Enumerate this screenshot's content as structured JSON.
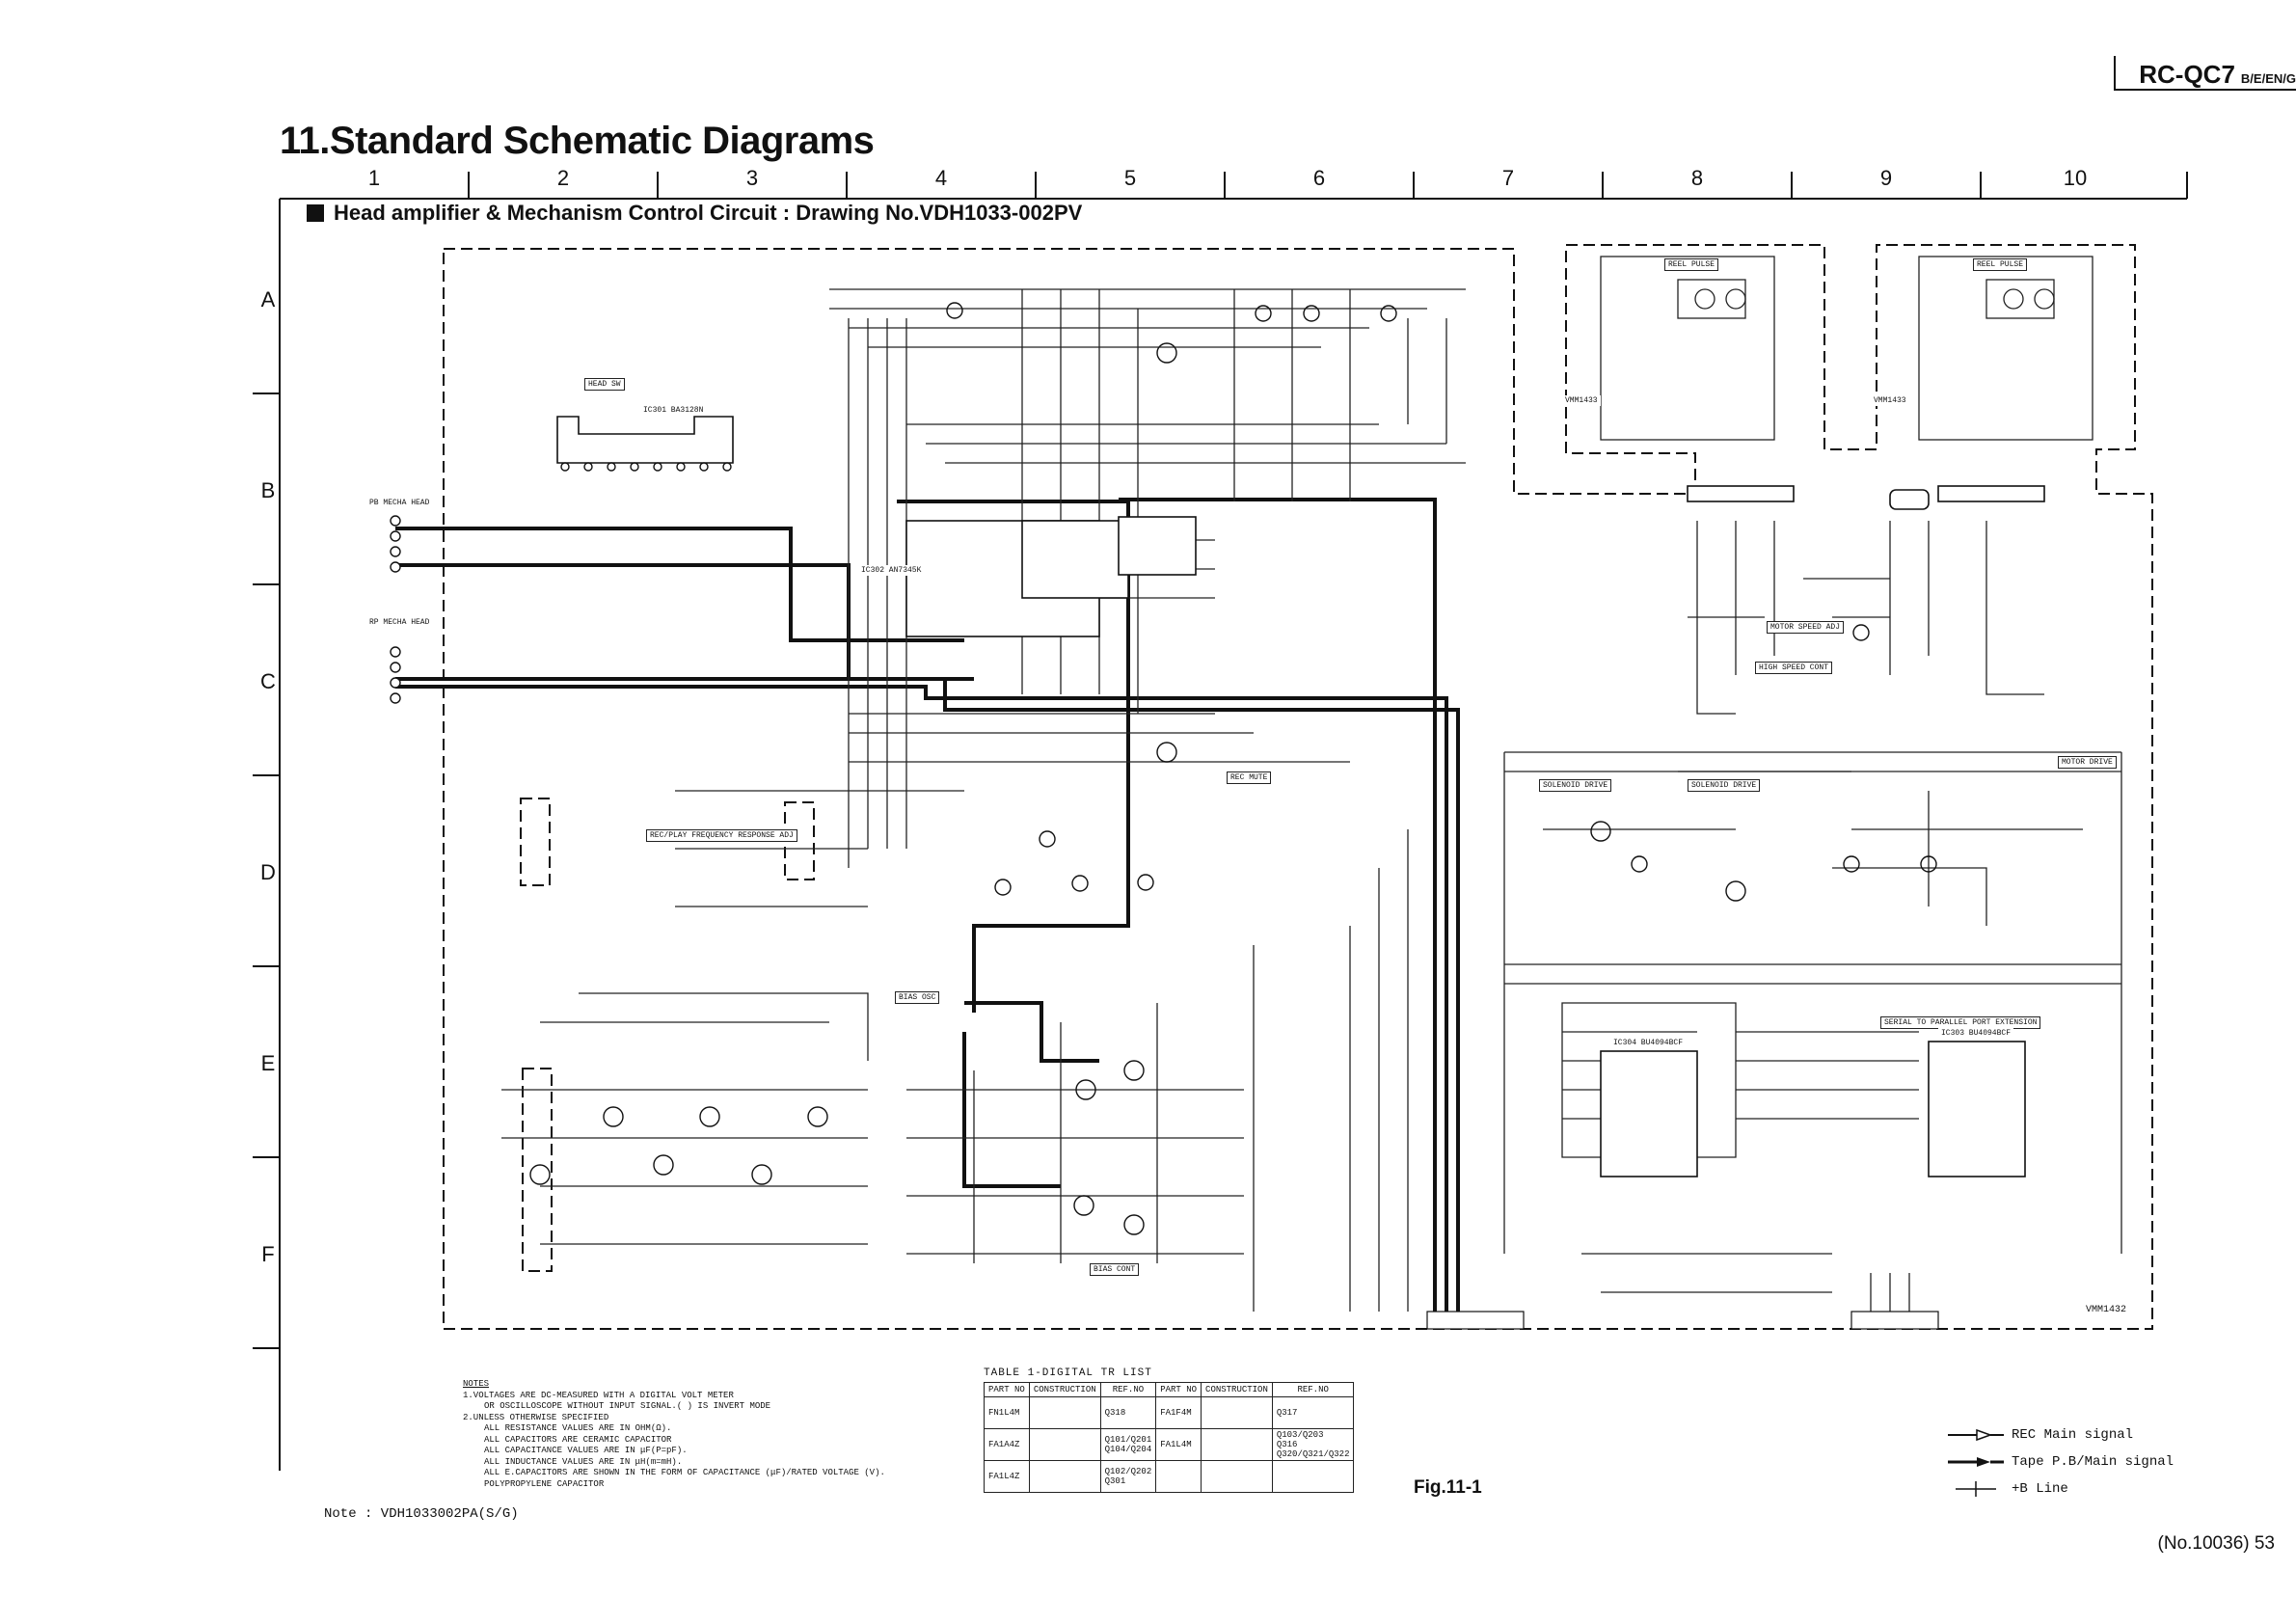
{
  "header": {
    "model": "RC-QC7",
    "model_suffix": "B/E/EN/G",
    "page_title": "11.Standard Schematic Diagrams",
    "section_title": "Head amplifier & Mechanism Control Circuit : Drawing No.VDH1033-002PV"
  },
  "grid": {
    "columns": [
      "1",
      "2",
      "3",
      "4",
      "5",
      "6",
      "7",
      "8",
      "9",
      "10"
    ],
    "rows": [
      "A",
      "B",
      "C",
      "D",
      "E",
      "F"
    ]
  },
  "circuit_labels": {
    "head_sw": "HEAD SW",
    "pb_mecha_head": "PB MECHA HEAD",
    "rp_mecha_head": "RP MECHA HEAD",
    "rec_pb_freq": "REC/PLAY FREQUENCY RESPONSE ADJ",
    "bias_osc": "BIAS OSC",
    "bias_cont": "BIAS CONT",
    "rec_mute": "REC MUTE",
    "reel_pulse_1": "REEL PULSE",
    "reel_pulse_2": "REEL PULSE",
    "motor_speed_adj": "MOTOR SPEED ADJ",
    "high_speed_cont": "HIGH SPEED CONT",
    "solenoid_drive_1": "SOLENOID DRIVE",
    "solenoid_drive_2": "SOLENOID DRIVE",
    "motor_drive": "MOTOR DRIVE",
    "serial_to_parallel": "SERIAL TO PARALLEL PORT EXTENSION",
    "vmm1432": "VMM1432",
    "vmm1433_1": "VMM1433",
    "vmm1433_2": "VMM1433",
    "ic301": "IC301 BA3128N",
    "ic302": "IC302 AN7345K",
    "ic303": "IC303 BU4094BCF",
    "ic304": "IC304 BU4094BCF"
  },
  "tr_table": {
    "caption": "TABLE 1-DIGITAL TR LIST",
    "headers": [
      "PART NO",
      "CONSTRUCTION",
      "REF.NO",
      "PART NO",
      "CONSTRUCTION",
      "REF.NO"
    ],
    "rows": [
      [
        "FN1L4M",
        "Q318",
        "FA1F4M",
        "Q317"
      ],
      [
        "FA1A4Z",
        "Q101/Q201\nQ104/Q204",
        "FA1L4M",
        "Q103/Q203\nQ316\nQ320/Q321/Q322"
      ],
      [
        "FA1L4Z",
        "Q102/Q202\nQ301",
        "",
        ""
      ]
    ]
  },
  "notes": {
    "heading": "NOTES",
    "lines": [
      "1.VOLTAGES ARE DC-MEASURED WITH A DIGITAL VOLT METER",
      "  OR OSCILLOSCOPE WITHOUT INPUT SIGNAL.( ) IS INVERT MODE",
      "2.UNLESS OTHERWISE SPECIFIED",
      "  ALL RESISTANCE VALUES ARE IN OHM(Ω).",
      "  ALL CAPACITORS ARE CERAMIC CAPACITOR",
      "  ALL CAPACITANCE VALUES ARE IN μF(P=pF).",
      "  ALL INDUCTANCE VALUES ARE IN μH(m=mH).",
      "  ALL E.CAPACITORS ARE SHOWN IN THE FORM OF CAPACITANCE (μF)/RATED VOLTAGE (V).",
      "  POLYPROPYLENE CAPACITOR"
    ]
  },
  "legend": {
    "rec": "REC Main signal",
    "tape": "Tape P.B/Main signal",
    "b_line": "+B Line"
  },
  "footer": {
    "figure": "Fig.11-1",
    "note": "Note : VDH1033002PA(S/G)",
    "page_number": "(No.10036) 53"
  }
}
